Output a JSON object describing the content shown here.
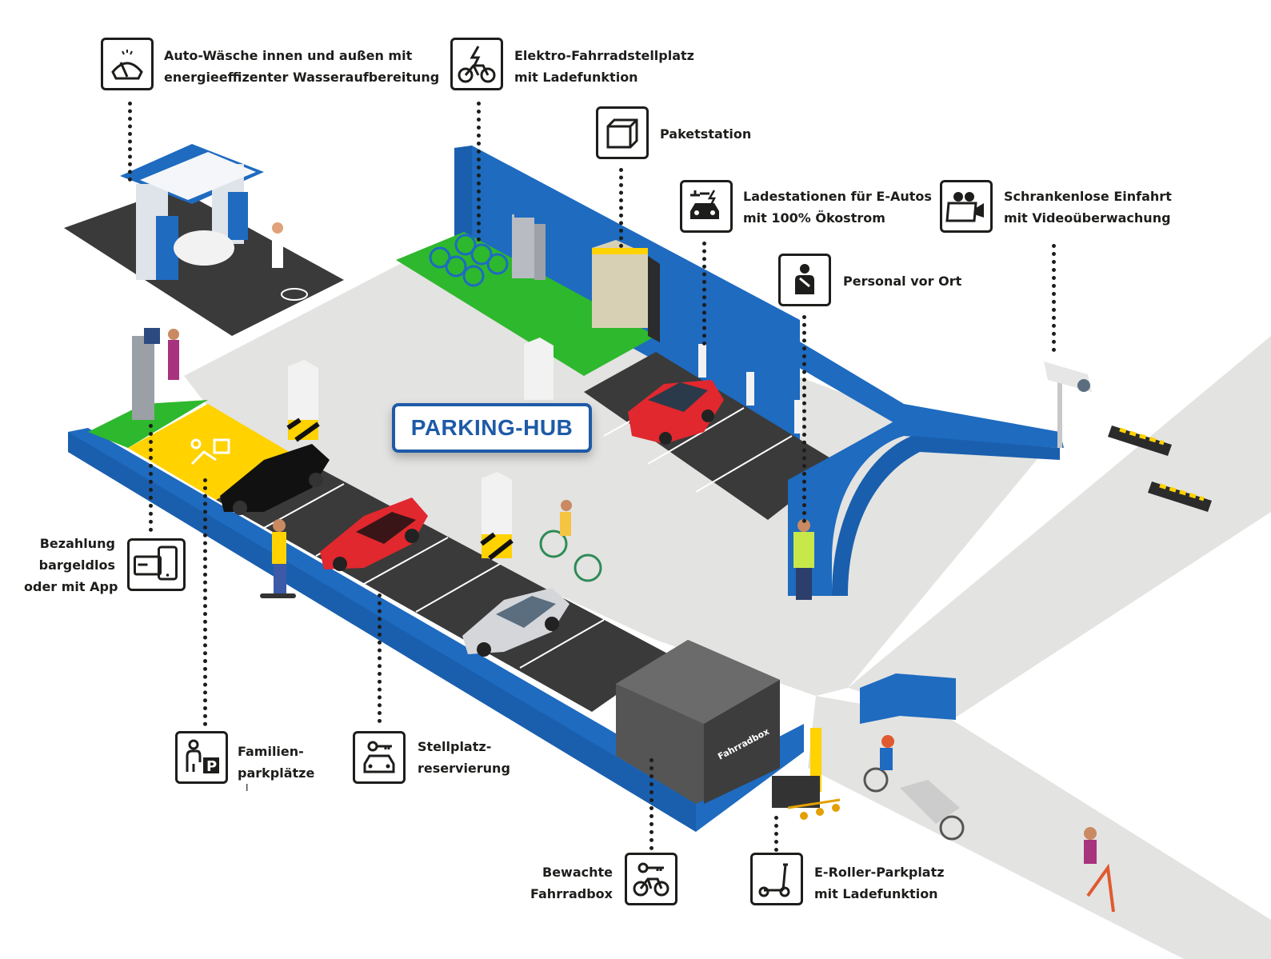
{
  "hub_title": "PARKING-HUB",
  "colors": {
    "wall_blue": "#1e6bc0",
    "grass": "#2eb82e",
    "asphalt": "#3a3a3a",
    "floor": "#e3e3e1",
    "family_yellow": "#ffd200"
  },
  "features": [
    {
      "id": "car-wash",
      "icon": "windshield-wiper-icon",
      "lines": [
        "Auto-Wäsche innen und außen mit",
        "energieeffizenter Wasseraufbereitung"
      ]
    },
    {
      "id": "e-bike",
      "icon": "electric-bicycle-icon",
      "lines": [
        "Elektro-Fahrradstellplatz",
        "mit Ladefunktion"
      ]
    },
    {
      "id": "parcel",
      "icon": "parcel-box-icon",
      "lines": [
        "Paketstation"
      ]
    },
    {
      "id": "ev-charging",
      "icon": "ev-charging-car-icon",
      "lines": [
        "Ladestationen für E-Autos",
        "mit 100% Ökostrom"
      ]
    },
    {
      "id": "video",
      "icon": "video-camera-icon",
      "lines": [
        "Schrankenlose Einfahrt",
        "mit Videoüberwachung"
      ]
    },
    {
      "id": "staff",
      "icon": "staff-person-icon",
      "lines": [
        "Personal vor Ort"
      ]
    },
    {
      "id": "payment",
      "icon": "card-and-phone-icon",
      "lines": [
        "Bezahlung",
        "bargeldlos",
        "oder mit App"
      ]
    },
    {
      "id": "family",
      "icon": "family-parking-icon",
      "lines": [
        "Familien-",
        "parkplätze"
      ]
    },
    {
      "id": "reservation",
      "icon": "key-car-icon",
      "lines": [
        "Stellplatz-",
        "reservierung"
      ]
    },
    {
      "id": "bike-box",
      "icon": "key-bicycle-icon",
      "lines": [
        "Bewachte",
        "Fahrradbox"
      ]
    },
    {
      "id": "e-scooter",
      "icon": "e-scooter-icon",
      "lines": [
        "E-Roller-Parkplatz",
        "mit Ladefunktion"
      ]
    }
  ],
  "bike_box_label": "Fahrradbox",
  "stray_mark": "I"
}
